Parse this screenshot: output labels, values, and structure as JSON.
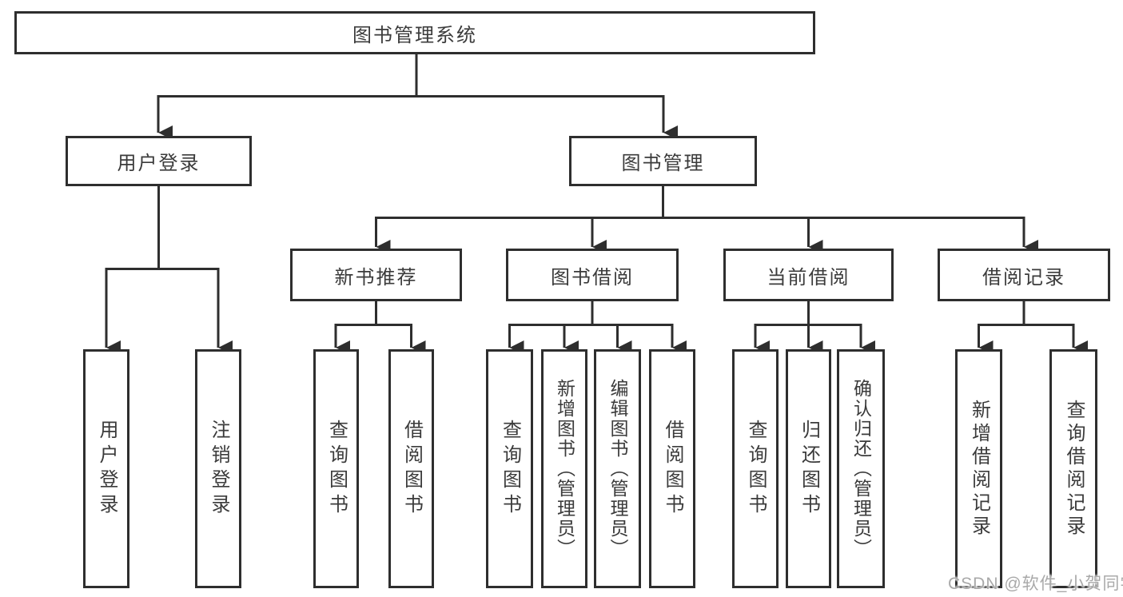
{
  "root": {
    "label": "图书管理系统"
  },
  "level2": {
    "user": {
      "label": "用户登录"
    },
    "books": {
      "label": "图书管理"
    }
  },
  "level3": {
    "recommend": {
      "label": "新书推荐"
    },
    "borrow": {
      "label": "图书借阅"
    },
    "current": {
      "label": "当前借阅"
    },
    "records": {
      "label": "借阅记录"
    }
  },
  "leaves": [
    {
      "label": "用户登录"
    },
    {
      "label": "注销登录"
    },
    {
      "label": "查询图书"
    },
    {
      "label": "借阅图书"
    },
    {
      "label": "查询图书"
    },
    {
      "label": "新增图书（管理员）"
    },
    {
      "label": "编辑图书（管理员）"
    },
    {
      "label": "借阅图书"
    },
    {
      "label": "查询图书"
    },
    {
      "label": "归还图书"
    },
    {
      "label": "确认归还（管理员）"
    },
    {
      "label": "新增借阅记录"
    },
    {
      "label": "查询借阅记录"
    }
  ],
  "watermark": "CSDN @软件_小贺同学",
  "colors": {
    "line": "#2e2e2e",
    "text": "#3b3b3b",
    "watermark": "#a9a9a9",
    "background": "#ffffff"
  }
}
